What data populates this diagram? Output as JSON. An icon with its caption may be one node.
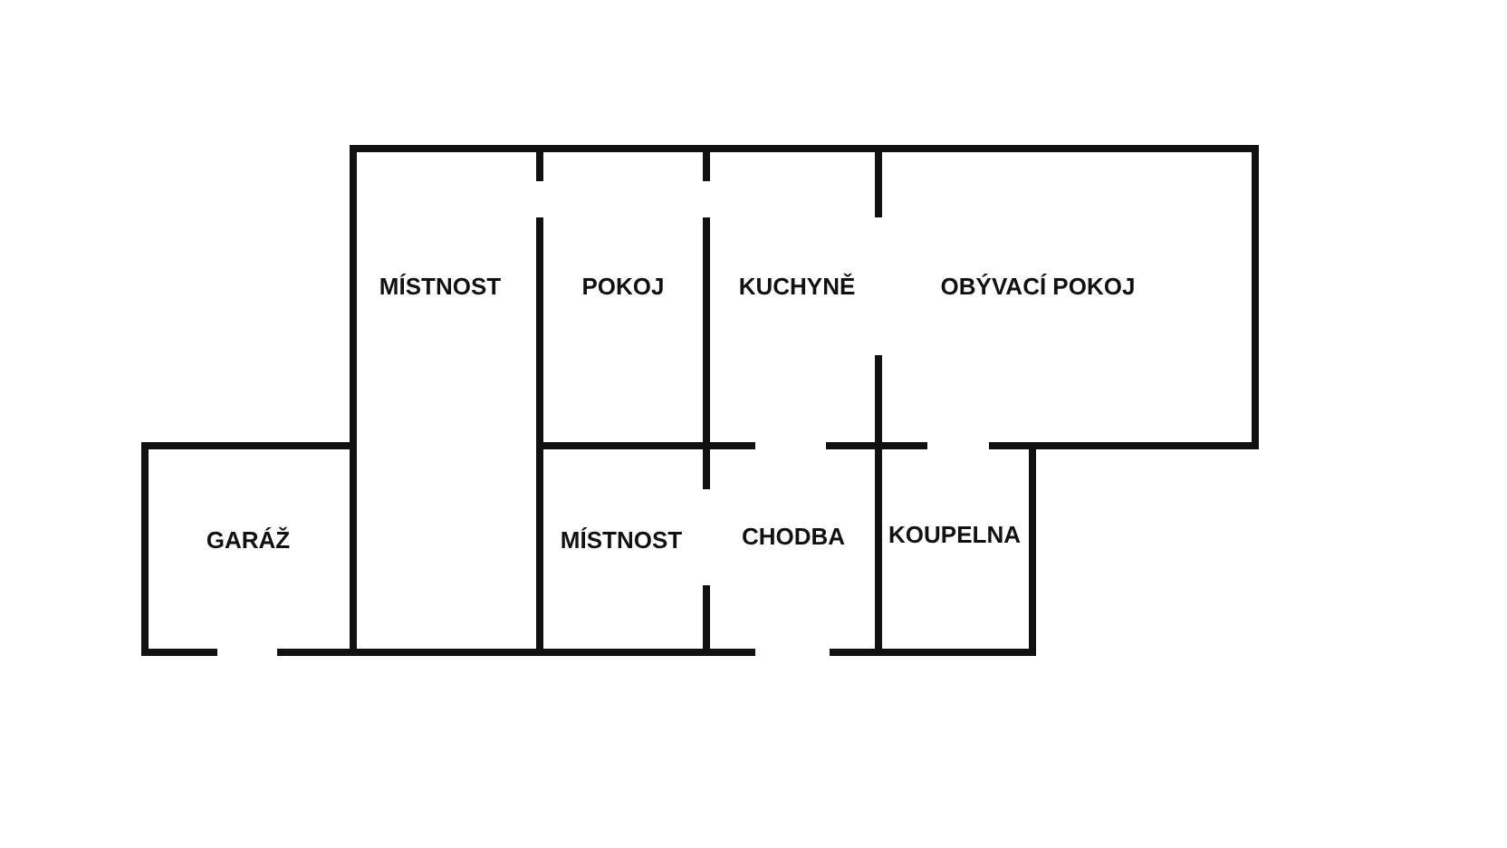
{
  "diagram": {
    "labels": [
      "MÍSTNOST",
      "POKOJ",
      "KUCHYNĚ",
      "OBÝVACÍ POKOJ",
      "GARÁŽ",
      "MÍSTNOST",
      "CHODBA",
      "KOUPELNA"
    ]
  }
}
